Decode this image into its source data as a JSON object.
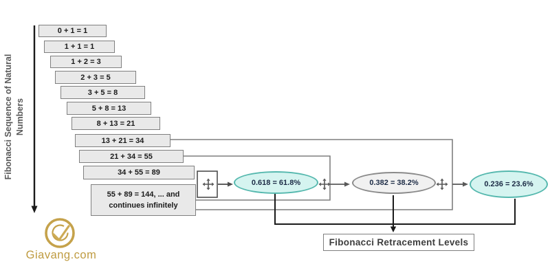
{
  "left_axis": {
    "label_line1": "Fibonacci Sequence of Natural",
    "label_line2": "Numbers"
  },
  "sequence_boxes": [
    {
      "label": "0 + 1 = 1"
    },
    {
      "label": "1 + 1 = 1"
    },
    {
      "label": "1 + 2 = 3"
    },
    {
      "label": "2 + 3 = 5"
    },
    {
      "label": "3 + 5 = 8"
    },
    {
      "label": "5 + 8 = 13"
    },
    {
      "label": "8 + 13 = 21"
    },
    {
      "label": "13 + 21 = 34"
    },
    {
      "label": "21 + 34 = 55"
    },
    {
      "label": "34 + 55 = 89"
    },
    {
      "line1": "55 + 89 = 144, ... and",
      "line2": "continues infinitely"
    }
  ],
  "retracement_ellipses": [
    {
      "label": "0.618 = 61.8%",
      "fill": "#d5f4f0",
      "stroke": "#55b8ae",
      "highlighted": true
    },
    {
      "label": "0.382 = 38.2%",
      "fill": "#f1f1f1",
      "stroke": "#8a8a8a",
      "highlighted": false
    },
    {
      "label": "0.236 = 23.6%",
      "fill": "#d5f4f0",
      "stroke": "#55b8ae",
      "highlighted": true
    }
  ],
  "result_box": {
    "label": "Fibonacci Retracement Levels"
  },
  "branding": {
    "logo_text": "Giavang.com"
  },
  "icons": {
    "move_icon": "four-way-move-arrow",
    "down_arrow_icon": "down-arrow",
    "right_arrow_icon": "right-arrow",
    "logo_icon": "gold-ring-check"
  },
  "colors": {
    "box_fill": "#e9e9e9",
    "box_border": "#7f7f7f",
    "highlight_fill": "#d5f4f0",
    "highlight_stroke": "#55b8ae",
    "neutral_fill": "#f1f1f1",
    "neutral_stroke": "#8a8a8a",
    "connector_gray": "#7f7f7f",
    "connector_black": "#1a1a1a",
    "gold": "#bf9b40"
  }
}
